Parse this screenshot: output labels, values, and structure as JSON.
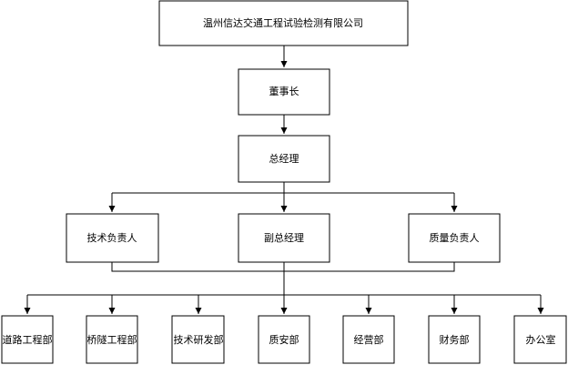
{
  "org_chart": {
    "company": "温州信达交通工程试验检测有限公司",
    "chairman": "董事长",
    "general_manager": "总经理",
    "tech_lead": "技术负责人",
    "deputy_gm": "副总经理",
    "quality_lead": "质量负责人",
    "departments": [
      "道路工程部",
      "桥隧工程部",
      "技术研发部",
      "质安部",
      "经营部",
      "财务部",
      "办公室"
    ]
  }
}
